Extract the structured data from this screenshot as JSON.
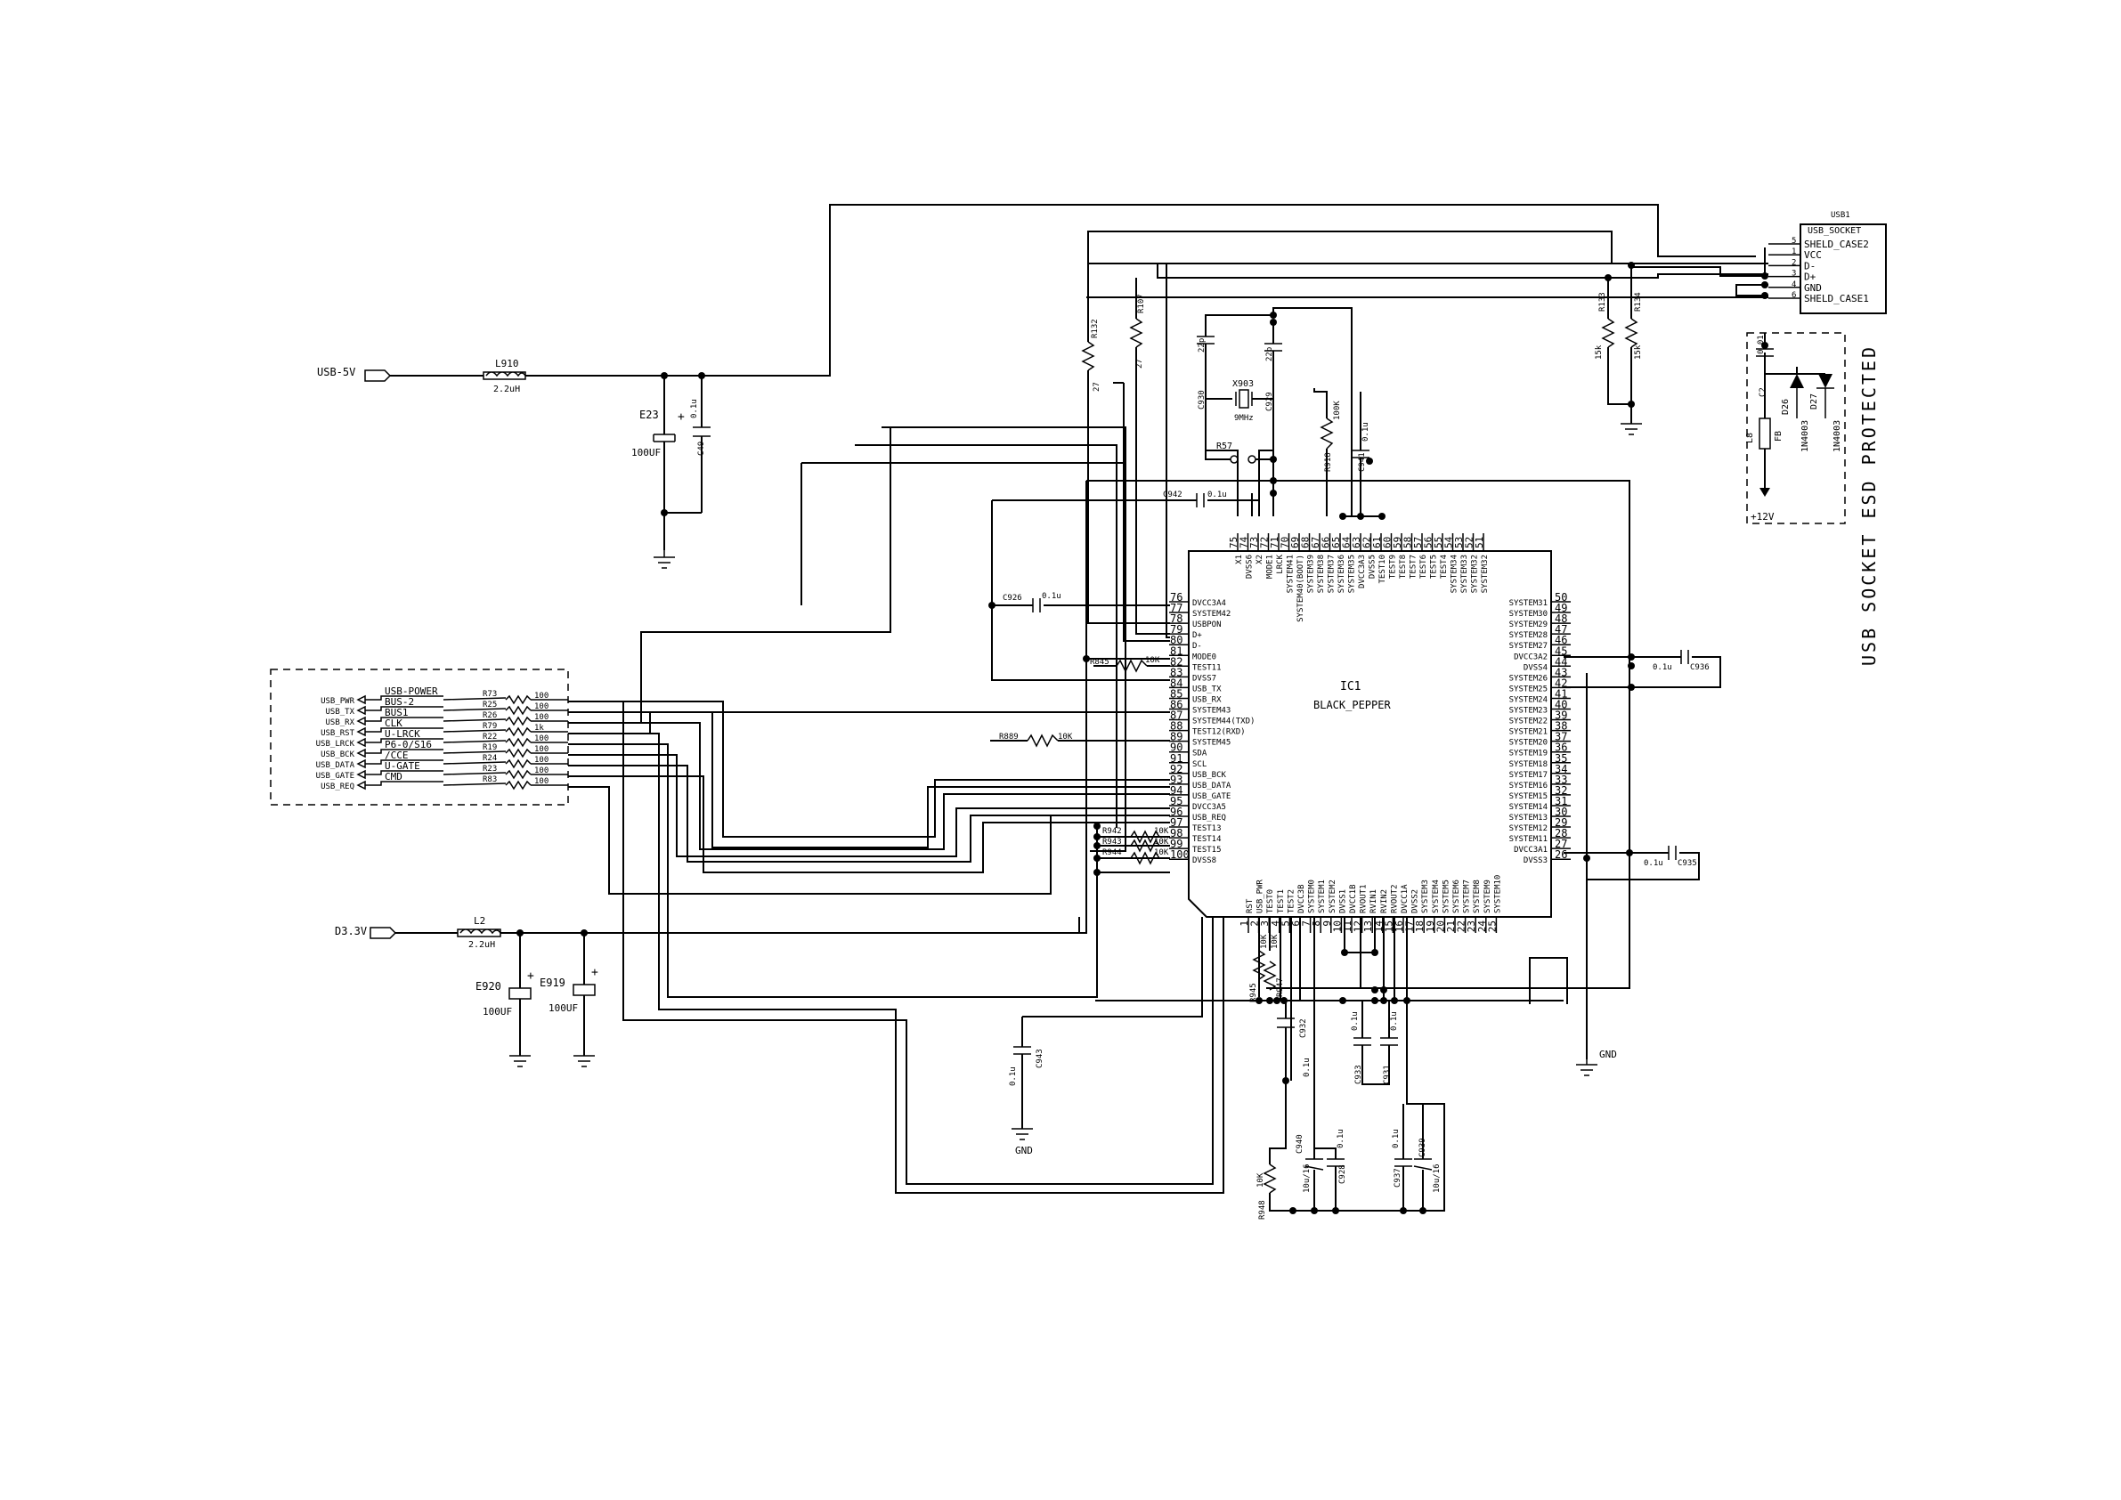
{
  "ports": {
    "usb_5v": "USB-5V",
    "d3_3v": "D3.3V"
  },
  "ic": {
    "ref": "IC1",
    "name": "BLACK_PEPPER",
    "left_pins": [
      {
        "num": "76",
        "name": "DVCC3A4"
      },
      {
        "num": "77",
        "name": "SYSTEM42"
      },
      {
        "num": "78",
        "name": "USBPON"
      },
      {
        "num": "79",
        "name": "D+"
      },
      {
        "num": "80",
        "name": "D-"
      },
      {
        "num": "81",
        "name": "MODE0"
      },
      {
        "num": "82",
        "name": "TEST11"
      },
      {
        "num": "83",
        "name": "DVSS7"
      },
      {
        "num": "84",
        "name": "USB_TX"
      },
      {
        "num": "85",
        "name": "USB_RX"
      },
      {
        "num": "86",
        "name": "SYSTEM43"
      },
      {
        "num": "87",
        "name": "SYSTEM44(TXD)"
      },
      {
        "num": "88",
        "name": "TEST12(RXD)"
      },
      {
        "num": "89",
        "name": "SYSTEM45"
      },
      {
        "num": "90",
        "name": "SDA"
      },
      {
        "num": "91",
        "name": "SCL"
      },
      {
        "num": "92",
        "name": "USB_BCK"
      },
      {
        "num": "93",
        "name": "USB_DATA"
      },
      {
        "num": "94",
        "name": "USB_GATE"
      },
      {
        "num": "95",
        "name": "DVCC3A5"
      },
      {
        "num": "96",
        "name": "USB_REQ"
      },
      {
        "num": "97",
        "name": "TEST13"
      },
      {
        "num": "98",
        "name": "TEST14"
      },
      {
        "num": "99",
        "name": "TEST15"
      },
      {
        "num": "100",
        "name": "DVSS8"
      }
    ],
    "right_pins": [
      {
        "num": "50",
        "name": "SYSTEM31"
      },
      {
        "num": "49",
        "name": "SYSTEM30"
      },
      {
        "num": "48",
        "name": "SYSTEM29"
      },
      {
        "num": "47",
        "name": "SYSTEM28"
      },
      {
        "num": "46",
        "name": "SYSTEM27"
      },
      {
        "num": "45",
        "name": "DVCC3A2"
      },
      {
        "num": "44",
        "name": "DVSS4"
      },
      {
        "num": "43",
        "name": "SYSTEM26"
      },
      {
        "num": "42",
        "name": "SYSTEM25"
      },
      {
        "num": "41",
        "name": "SYSTEM24"
      },
      {
        "num": "40",
        "name": "SYSTEM23"
      },
      {
        "num": "39",
        "name": "SYSTEM22"
      },
      {
        "num": "38",
        "name": "SYSTEM21"
      },
      {
        "num": "37",
        "name": "SYSTEM20"
      },
      {
        "num": "36",
        "name": "SYSTEM19"
      },
      {
        "num": "35",
        "name": "SYSTEM18"
      },
      {
        "num": "34",
        "name": "SYSTEM17"
      },
      {
        "num": "33",
        "name": "SYSTEM16"
      },
      {
        "num": "32",
        "name": "SYSTEM15"
      },
      {
        "num": "31",
        "name": "SYSTEM14"
      },
      {
        "num": "30",
        "name": "SYSTEM13"
      },
      {
        "num": "29",
        "name": "SYSTEM12"
      },
      {
        "num": "28",
        "name": "SYSTEM11"
      },
      {
        "num": "27",
        "name": "DVCC3A1"
      },
      {
        "num": "26",
        "name": "DVSS3"
      }
    ],
    "top_pins": [
      {
        "num": "75",
        "name": "X1"
      },
      {
        "num": "74",
        "name": "DVSS6"
      },
      {
        "num": "73",
        "name": "X2"
      },
      {
        "num": "72",
        "name": "MODE1"
      },
      {
        "num": "71",
        "name": "LRCK"
      },
      {
        "num": "70",
        "name": "SYSTEM41"
      },
      {
        "num": "69",
        "name": "SYSTEM40(BOOT)"
      },
      {
        "num": "68",
        "name": "SYSTEM39"
      },
      {
        "num": "67",
        "name": "SYSTEM38"
      },
      {
        "num": "66",
        "name": "SYSTEM37"
      },
      {
        "num": "65",
        "name": "SYSTEM36"
      },
      {
        "num": "64",
        "name": "SYSTEM35"
      },
      {
        "num": "63",
        "name": "DVCC3A3"
      },
      {
        "num": "62",
        "name": "DVSS5"
      },
      {
        "num": "61",
        "name": "TEST10"
      },
      {
        "num": "60",
        "name": "TEST9"
      },
      {
        "num": "59",
        "name": "TEST8"
      },
      {
        "num": "58",
        "name": "TEST7"
      },
      {
        "num": "57",
        "name": "TEST6"
      },
      {
        "num": "56",
        "name": "TEST5"
      },
      {
        "num": "55",
        "name": "TEST4"
      },
      {
        "num": "54",
        "name": "SYSTEM34"
      },
      {
        "num": "53",
        "name": "SYSTEM33"
      },
      {
        "num": "52",
        "name": "SYSTEM32"
      },
      {
        "num": "51",
        "name": "SYSTEM32"
      }
    ],
    "bottom_pins": [
      {
        "num": "1",
        "name": "RST"
      },
      {
        "num": "2",
        "name": "USB_PWR"
      },
      {
        "num": "3",
        "name": "TEST0"
      },
      {
        "num": "4",
        "name": "TEST1"
      },
      {
        "num": "5",
        "name": "TEST2"
      },
      {
        "num": "6",
        "name": "DVCC3B"
      },
      {
        "num": "7",
        "name": "SYSTEM0"
      },
      {
        "num": "8",
        "name": "SYSTEM1"
      },
      {
        "num": "9",
        "name": "SYSTEM2"
      },
      {
        "num": "10",
        "name": "DVSS1"
      },
      {
        "num": "11",
        "name": "DVCC1B"
      },
      {
        "num": "12",
        "name": "RVOUT1"
      },
      {
        "num": "13",
        "name": "RVIN1"
      },
      {
        "num": "14",
        "name": "RVIN2"
      },
      {
        "num": "15",
        "name": "RVOUT2"
      },
      {
        "num": "16",
        "name": "DVCC1A"
      },
      {
        "num": "17",
        "name": "DVSS2"
      },
      {
        "num": "18",
        "name": "SYSTEM3"
      },
      {
        "num": "19",
        "name": "SYSTEM4"
      },
      {
        "num": "20",
        "name": "SYSTEM5"
      },
      {
        "num": "21",
        "name": "SYSTEM6"
      },
      {
        "num": "22",
        "name": "SYSTEM7"
      },
      {
        "num": "23",
        "name": "SYSTEM8"
      },
      {
        "num": "24",
        "name": "SYSTEM9"
      },
      {
        "num": "25",
        "name": "SYSTEM10"
      }
    ]
  },
  "connector": {
    "box_nets": [
      "USB_PWR",
      "USB_TX",
      "USB_RX",
      "USB_RST",
      "USB_LRCK",
      "USB_BCK",
      "USB_DATA",
      "USB_GATE",
      "USB_REQ"
    ],
    "bus_nets": [
      "USB-POWER",
      "BUS-2",
      "BUS1",
      "CLK",
      "U-LRCK",
      "P6-0/S16",
      "/CCE",
      "U-GATE",
      "CMD"
    ],
    "resistors": [
      {
        "ref": "R73",
        "value": "100"
      },
      {
        "ref": "R25",
        "value": "100"
      },
      {
        "ref": "R26",
        "value": "100"
      },
      {
        "ref": "R79",
        "value": "1k"
      },
      {
        "ref": "R22",
        "value": "100"
      },
      {
        "ref": "R19",
        "value": "100"
      },
      {
        "ref": "R24",
        "value": "100"
      },
      {
        "ref": "R23",
        "value": "100"
      },
      {
        "ref": "R83",
        "value": "100"
      }
    ]
  },
  "usb_socket": {
    "ref": "USB1",
    "name": "USB_SOCKET",
    "pins": [
      {
        "num": "5",
        "name": "SHELD_CASE2"
      },
      {
        "num": "1",
        "name": "VCC"
      },
      {
        "num": "2",
        "name": "D-"
      },
      {
        "num": "3",
        "name": "D+"
      },
      {
        "num": "4",
        "name": "GND"
      },
      {
        "num": "6",
        "name": "SHELD_CASE1"
      }
    ],
    "protection_note": "USB SOCKET ESD PROTECTED",
    "supply_label": "+12V"
  },
  "components": {
    "L910": {
      "ref": "L910",
      "value": "2.2uH"
    },
    "E23": {
      "ref": "E23",
      "value": "100UF"
    },
    "C49": {
      "ref": "C49",
      "value": "0.1u"
    },
    "L2": {
      "ref": "L2",
      "value": "2.2uH"
    },
    "E920": {
      "ref": "E920",
      "value": "100UF"
    },
    "E919": {
      "ref": "E919",
      "value": "100UF"
    },
    "R132": {
      "ref": "R132",
      "value": "27"
    },
    "R107": {
      "ref": "R107",
      "value": "27"
    },
    "C930": {
      "ref": "C930",
      "value": "22p"
    },
    "C929": {
      "ref": "C929",
      "value": "22p"
    },
    "X903": {
      "ref": "X903",
      "value": "9MHz"
    },
    "R57": {
      "ref": "R57"
    },
    "R918": {
      "ref": "R918",
      "value": "100K"
    },
    "C941": {
      "ref": "C941",
      "value": "0.1u"
    },
    "C942": {
      "ref": "C942",
      "value": "0.1u"
    },
    "R133": {
      "ref": "R133",
      "value": "15k"
    },
    "R134": {
      "ref": "R134",
      "value": "15k"
    },
    "C2": {
      "ref": "C2",
      "value": "0.01"
    },
    "L8": {
      "ref": "L8",
      "value": "FB"
    },
    "D26": {
      "ref": "D26",
      "value": "1N4003"
    },
    "D27": {
      "ref": "D27",
      "value": "1N4003"
    },
    "C926": {
      "ref": "C926",
      "value": "0.1u"
    },
    "R845": {
      "ref": "R845",
      "value": "10K"
    },
    "R889": {
      "ref": "R889",
      "value": "10K"
    },
    "R942": {
      "ref": "R942",
      "value": "10K"
    },
    "R943": {
      "ref": "R943",
      "value": "10K"
    },
    "R944": {
      "ref": "R944",
      "value": "10K"
    },
    "C936": {
      "ref": "C936",
      "value": "0.1u"
    },
    "C935": {
      "ref": "C935",
      "value": "0.1u"
    },
    "C943": {
      "ref": "C943",
      "value": "0.1u"
    },
    "R945": {
      "ref": "R945",
      "value": "10K"
    },
    "R947": {
      "ref": "R947",
      "value": "10K"
    },
    "C932": {
      "ref": "C932",
      "value": "0.1u"
    },
    "C933": {
      "ref": "C933",
      "value": "0.1u"
    },
    "C931": {
      "ref": "C931",
      "value": "0.1u"
    },
    "R948": {
      "ref": "R948",
      "value": "10K"
    },
    "C940": {
      "ref": "C940",
      "value": "10u/16"
    },
    "C928": {
      "ref": "C928",
      "value": "0.1u"
    },
    "C937": {
      "ref": "C937",
      "value": "0.1u"
    },
    "C939": {
      "ref": "C939",
      "value": "10u/16"
    }
  },
  "gnd_labels": {
    "gnd1": "GND",
    "gnd2": "GND"
  }
}
